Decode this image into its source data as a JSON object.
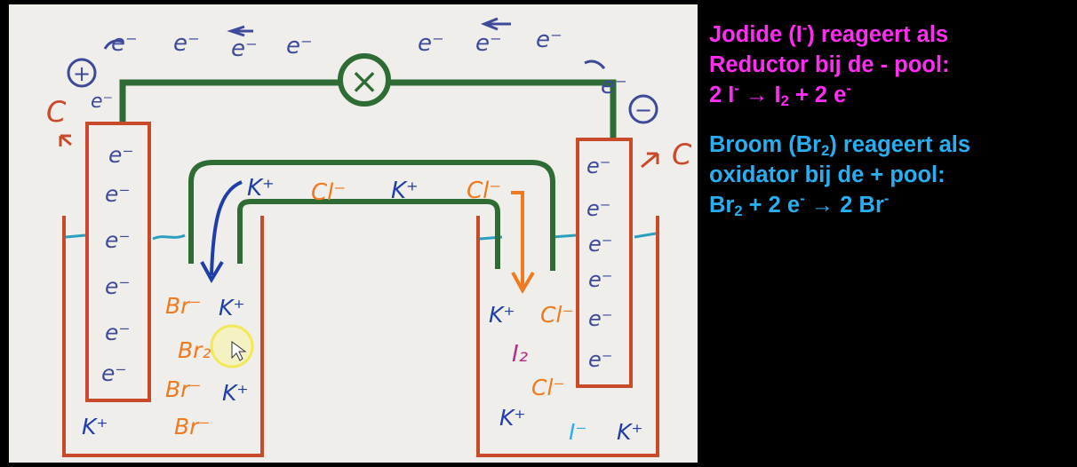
{
  "notes": {
    "reductor": {
      "line1_pre": "Jodide (I",
      "line1_sup": "-",
      "line1_post": ") reageert als",
      "line2": "Reductor bij de - pool:",
      "eq_a": "2 I",
      "eq_a_sup": "-",
      "eq_arrow": " → I",
      "eq_sub": "2",
      "eq_b": " + 2 e",
      "eq_b_sup": "-"
    },
    "oxidator": {
      "line1_pre": "Broom (Br",
      "line1_sub": "2",
      "line1_post": ") reageert als",
      "line2": "oxidator bij de + pool:",
      "eq_a": "Br",
      "eq_a_sub": "2",
      "eq_b": " + 2 e",
      "eq_b_sup": "-",
      "eq_c": " → 2 Br",
      "eq_c_sup": "-"
    }
  },
  "colors": {
    "magenta": "#ff2df2",
    "cyan": "#29aef0",
    "wire": "#2f6b35",
    "beaker": "#c94a2a",
    "electron": "#3d4a9a",
    "potassium": "#1f3ea8",
    "orange": "#f07a20",
    "iodine": "#b62d8a"
  },
  "diagram": {
    "plus_sign": "+",
    "minus_sign": "−",
    "left_electrode": "C",
    "right_electrode": "C",
    "meter_symbol": "×",
    "e": "e⁻",
    "k": "K⁺",
    "cl": "Cl⁻",
    "br": "Br⁻",
    "br2": "Br₂",
    "i": "I⁻",
    "i2": "I₂"
  }
}
